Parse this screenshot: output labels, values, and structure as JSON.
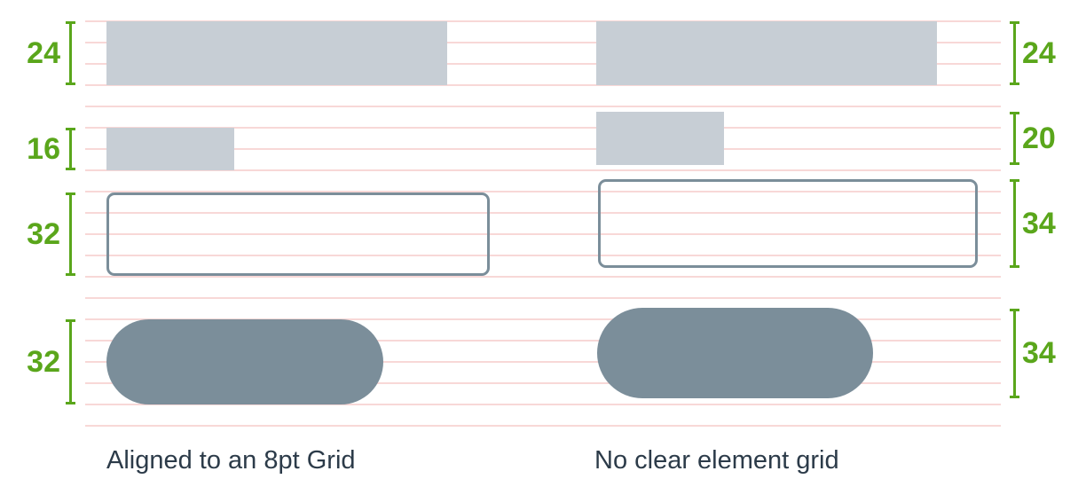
{
  "panels": {
    "left": {
      "caption": "Aligned to an 8pt Grid",
      "measurements": [
        "24",
        "16",
        "32",
        "32"
      ]
    },
    "right": {
      "caption": "No clear element grid",
      "measurements": [
        "24",
        "20",
        "34",
        "34"
      ]
    }
  },
  "colors": {
    "background": "#ffffff",
    "grid_line": "#f8d8d7",
    "bar_fill": "#c7ced5",
    "shape_fill": "#7b8e9a",
    "outline_stroke": "#7b8e9a",
    "measure_green": "#5aa61b",
    "caption_text": "#2c3b49"
  }
}
